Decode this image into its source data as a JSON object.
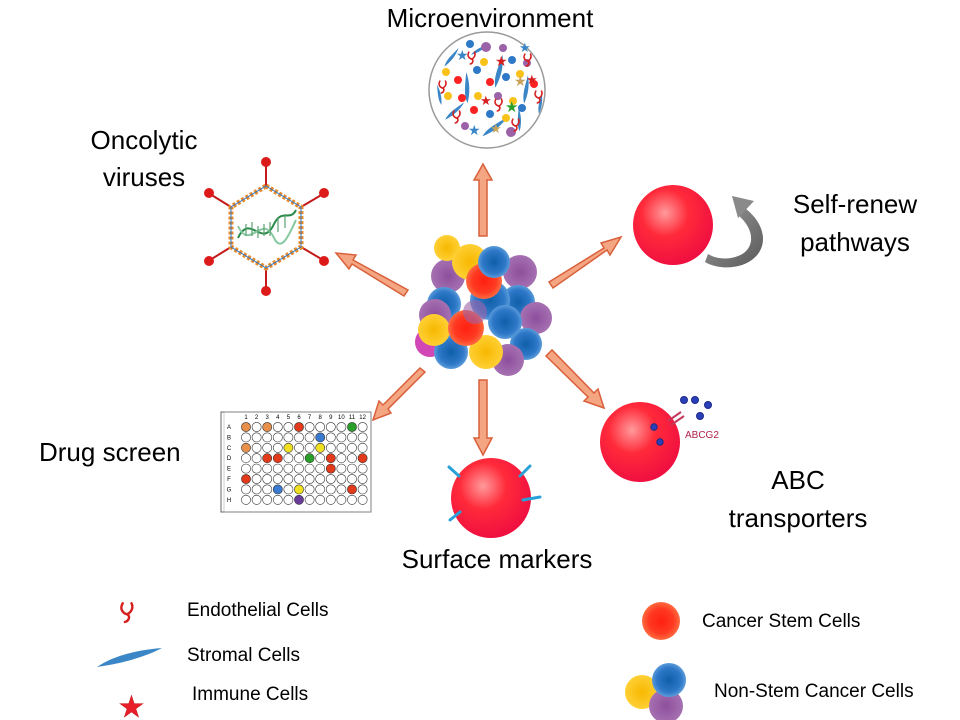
{
  "labels": {
    "microenvironment": "Microenvironment",
    "oncolytic_line1": "Oncolytic",
    "oncolytic_line2": "viruses",
    "selfrenew_line1": "Self-renew",
    "selfrenew_line2": "pathways",
    "drug_screen": "Drug screen",
    "abc_line1": "ABC",
    "abc_line2": "transporters",
    "surface_markers": "Surface markers",
    "abcg2": "ABCG2"
  },
  "plate": {
    "columns": [
      "1",
      "2",
      "3",
      "4",
      "5",
      "6",
      "7",
      "8",
      "9",
      "10",
      "11",
      "12"
    ],
    "rows": [
      "A",
      "B",
      "C",
      "D",
      "E",
      "F",
      "G",
      "H"
    ]
  },
  "legend": {
    "endothelial": "Endothelial Cells",
    "stromal": "Stromal Cells",
    "immune": "Immune Cells",
    "cancer_stem": "Cancer Stem Cells",
    "non_stem": "Non-Stem Cancer Cells"
  },
  "colors": {
    "arrow_fill": "#f4a582",
    "arrow_stroke": "#d9603b",
    "stem_red": "#ff2222",
    "blue": "#2e78c8",
    "yellow": "#f9c21a",
    "purple": "#9c62a8",
    "magenta": "#d147b5",
    "endothelial_red": "#d62020"
  }
}
